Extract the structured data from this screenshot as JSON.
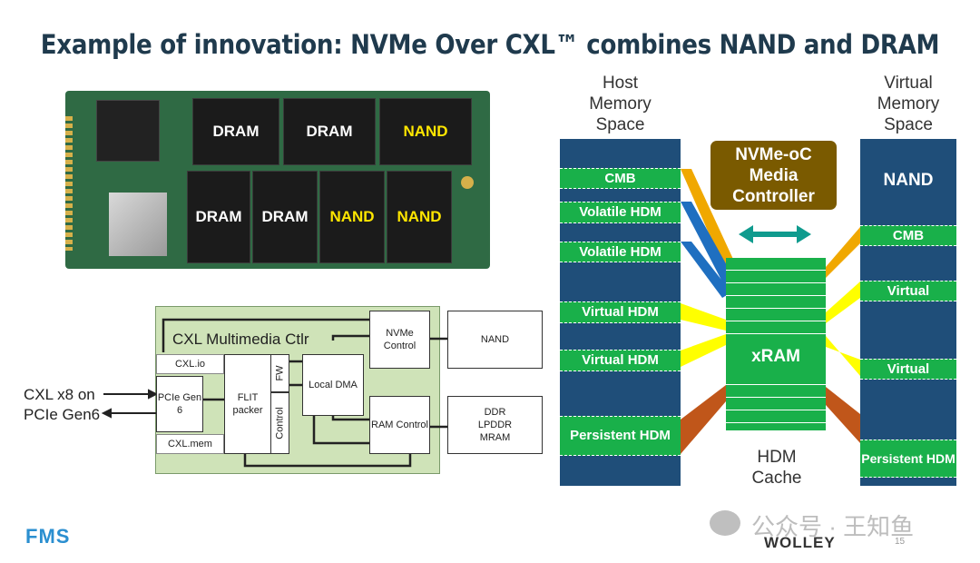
{
  "title": "Example of innovation: NVMe Over CXL™ combines NAND and DRAM",
  "board": {
    "chips_top": [
      "DRAM",
      "DRAM",
      "NAND"
    ],
    "chips_bottom": [
      "DRAM",
      "DRAM",
      "NAND",
      "NAND"
    ]
  },
  "ctrl": {
    "title": "CXL Multimedia Ctlr",
    "cxl_io": "CXL.io",
    "pcie_gen": "PCIe Gen 6",
    "cxl_mem": "CXL.mem",
    "flit": "FLIT packer",
    "fw": "FW",
    "control": "Control",
    "local_dma": "Local DMA",
    "nvme_control": "NVMe Control",
    "ram_control": "RAM Control",
    "nand": "NAND",
    "ddr": "DDR",
    "lpddr": "LPDDR",
    "mram": "MRAM",
    "link_line1": "CXL x8 on",
    "link_line2": "PCIe Gen6"
  },
  "host": {
    "header": [
      "Host",
      "Memory",
      "Space"
    ],
    "bars": [
      "CMB",
      "Volatile HDM",
      "Volatile HDM",
      "Virtual HDM",
      "Virtual HDM",
      "Persistent HDM"
    ]
  },
  "controller": {
    "label": "NVMe-oC Media Controller",
    "xram": "xRAM",
    "cache": [
      "HDM",
      "Cache"
    ]
  },
  "virtual": {
    "header": [
      "Virtual",
      "Memory",
      "Space"
    ],
    "nand": "NAND",
    "bars": [
      "CMB",
      "Virtual",
      "Virtual",
      "Persistent HDM"
    ]
  },
  "footer": {
    "logo": "FMS",
    "watermark": "公众号 · 王知鱼",
    "brand": "WOLLEY",
    "page": "15"
  },
  "colors": {
    "column_blue": "#1f4e79",
    "bar_green": "#19b04a",
    "controller_brown": "#7a5a00",
    "xram_green": "#19b04a",
    "arrow_teal": "#0f9b8e",
    "link_orange": "#f0a800",
    "link_blue": "#1f6fc0",
    "link_yellow": "#ffff00",
    "link_rust": "#c0561a"
  }
}
